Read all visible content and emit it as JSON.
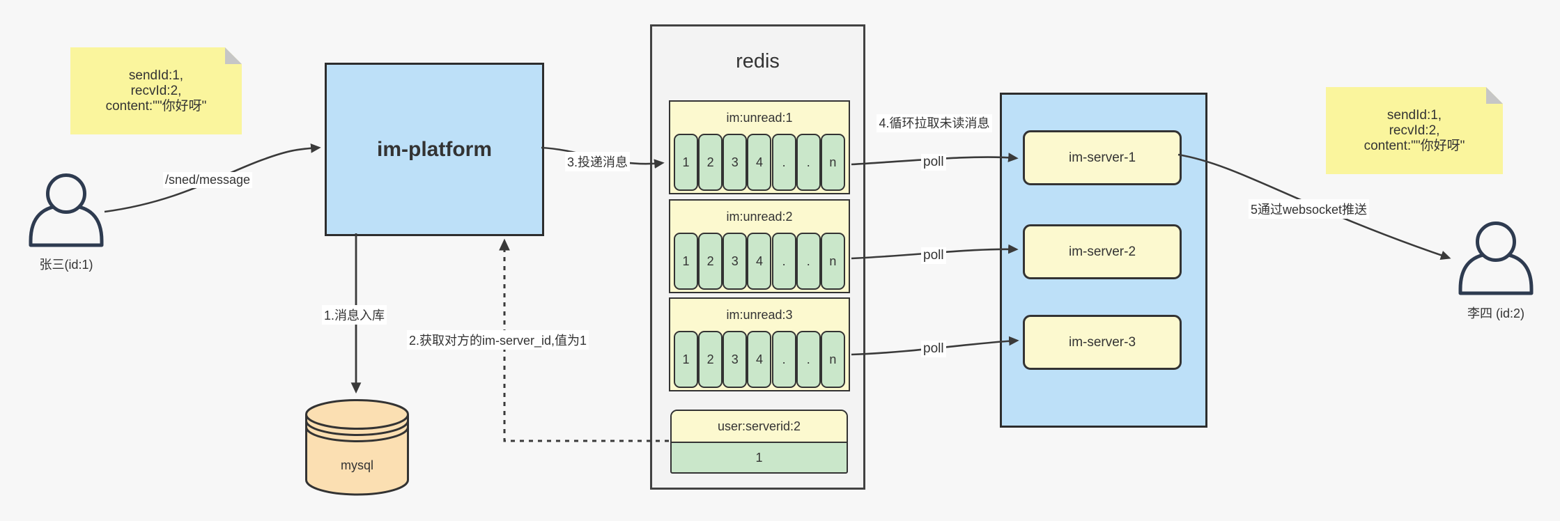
{
  "colors": {
    "background": "#f7f7f7",
    "note_yellow": "#faf59d",
    "pale_yellow": "#fcf9cf",
    "blue": "#bde0f8",
    "green": "#cae7ca",
    "orange": "#fbdfb2",
    "stroke": "#333333",
    "arrow": "#3a3a3a"
  },
  "notes": {
    "left": {
      "lines": [
        "sendId:1,",
        "recvId:2,",
        "content:\"\"你好呀\""
      ]
    },
    "right": {
      "lines": [
        "sendId:1,",
        "recvId:2,",
        "content:\"\"你好呀\""
      ]
    }
  },
  "actors": {
    "left": {
      "label": "张三(id:1)"
    },
    "right": {
      "label": "李四 (id:2)"
    }
  },
  "platform": {
    "label": "im-platform"
  },
  "database": {
    "label": "mysql"
  },
  "redis": {
    "title": "redis",
    "queues": [
      {
        "header": "im:unread:1",
        "cells": [
          "1",
          "2",
          "3",
          "4",
          ".",
          ".",
          "n"
        ]
      },
      {
        "header": "im:unread:2",
        "cells": [
          "1",
          "2",
          "3",
          "4",
          ".",
          ".",
          "n"
        ]
      },
      {
        "header": "im:unread:3",
        "cells": [
          "1",
          "2",
          "3",
          "4",
          ".",
          ".",
          "n"
        ]
      }
    ],
    "mapping": {
      "header": "user:serverid:2",
      "value": "1"
    }
  },
  "cluster": {
    "servers": [
      {
        "label": "im-server-1"
      },
      {
        "label": "im-server-2"
      },
      {
        "label": "im-server-3"
      }
    ]
  },
  "edges": {
    "send": "/sned/message",
    "step1": "1.消息入库",
    "step2": "2.获取对方的im-server_id,值为1",
    "step3": "3.投递消息",
    "step4": "4.循环拉取未读消息",
    "poll": "poll",
    "step5": "5通过websocket推送"
  }
}
